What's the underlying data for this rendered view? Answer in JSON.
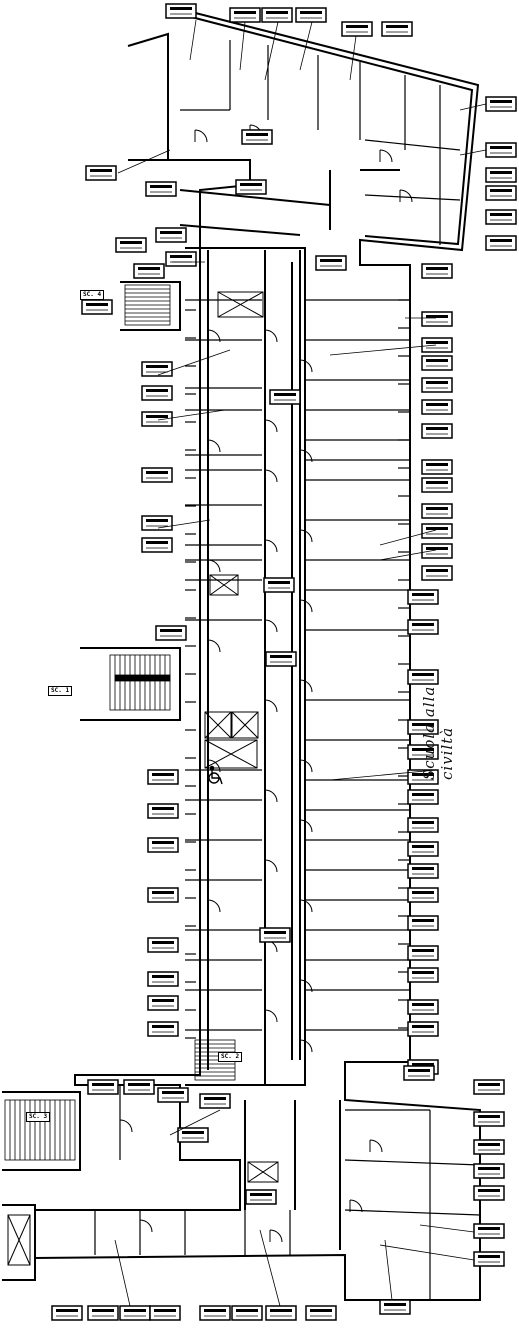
{
  "annotation": {
    "handwritten_text": "Scuola alla civiltà",
    "stair_labels": [
      "SC. 1",
      "SC. 2",
      "SC. 3",
      "SC. 4"
    ]
  },
  "icons": {
    "accessibility": "wheelchair-icon",
    "elevator": "elevator-shaft-icon",
    "stairs": "staircase-icon"
  },
  "colors": {
    "lines": "#000000",
    "background": "#ffffff"
  }
}
